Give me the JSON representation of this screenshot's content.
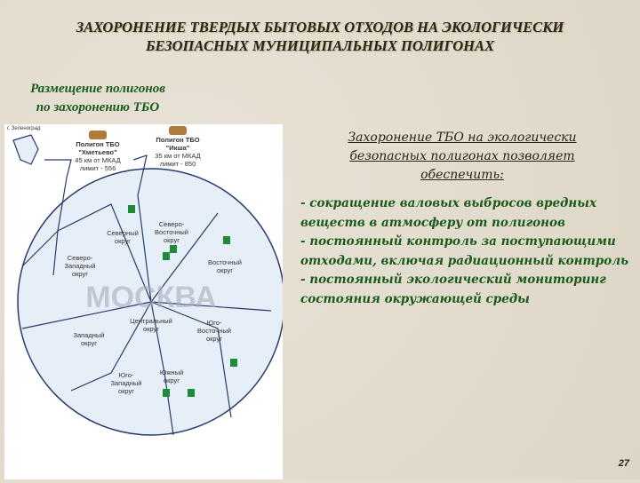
{
  "title": "ЗАХОРОНЕНИЕ ТВЕРДЫХ БЫТОВЫХ ОТХОДОВ НА ЭКОЛОГИЧЕСКИ БЕЗОПАСНЫХ МУНИЦИПАЛЬНЫХ ПОЛИГОНАХ",
  "subtitle_lines": [
    "Размещение полигонов",
    "по захоронению ТБО"
  ],
  "map": {
    "city_label": "г. Зеленоград",
    "watermark": "МОСКВА",
    "landfills": [
      {
        "lines": [
          "Полигон ТБО",
          "\"Хметьево\"",
          "45 км от МКАД",
          "лимит - 556"
        ]
      },
      {
        "lines": [
          "Полигон ТБО",
          "\"Икша\"",
          "35 км от МКАД",
          "лимит - 850"
        ]
      }
    ],
    "districts": [
      {
        "lines": [
          "Северный",
          "округ"
        ]
      },
      {
        "lines": [
          "Северо-",
          "Восточный",
          "округ"
        ]
      },
      {
        "lines": [
          "Восточный",
          "округ"
        ]
      },
      {
        "lines": [
          "Северо-",
          "Западный",
          "округ"
        ]
      },
      {
        "lines": [
          "Центральный",
          "округ"
        ]
      },
      {
        "lines": [
          "Западный",
          "округ"
        ]
      },
      {
        "lines": [
          "Юго-",
          "Восточный",
          "округ"
        ]
      },
      {
        "lines": [
          "Юго-",
          "Западный",
          "округ"
        ]
      },
      {
        "lines": [
          "Южный",
          "округ"
        ]
      }
    ],
    "icon": "excavator-icon",
    "marker_color": "#1e8a3a"
  },
  "heading": "Захоронение ТБО на экологически безопасных полигонах позволяет обеспечить:",
  "bullets": [
    "- сокращение валовых выбросов вредных веществ в атмосферу от полигонов",
    "- постоянный контроль за поступающими отходами, включая радиационный контроль",
    "- постоянный экологический мониторинг состояния окружающей среды"
  ],
  "page_number": "27"
}
